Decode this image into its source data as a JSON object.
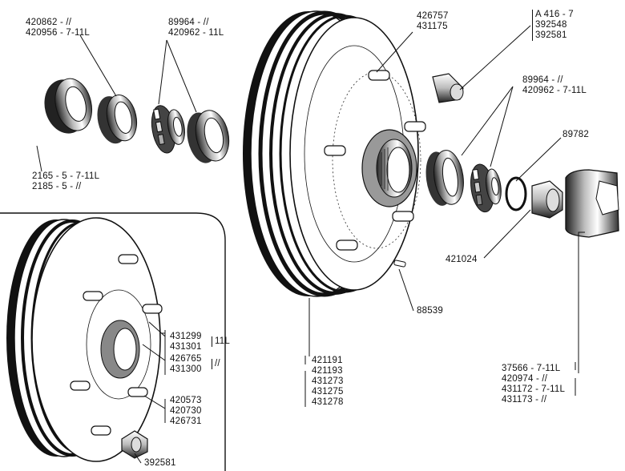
{
  "background_color": "#ffffff",
  "ink_color": "#111111",
  "callouts": {
    "seal_outer": [
      "420862 - //",
      "420956 - 7-11L"
    ],
    "bearing_inner": [
      "89964 - //",
      "420962 - 11L"
    ],
    "seal_lower": [
      "2165 - 5 - 7-11L",
      "2185 - 5 - //"
    ],
    "hub_stud": [
      "426757",
      "431175"
    ],
    "grease_cap": [
      "A 416 - 7",
      "392548",
      "392581"
    ],
    "bearing_outer": [
      "89964 - //",
      "420962 - 7-11L"
    ],
    "washer": [
      "89782"
    ],
    "nut": [
      "421024"
    ],
    "pin": [
      "88539"
    ],
    "drum": [
      "421191",
      "421193",
      "431273",
      "431275",
      "431278"
    ],
    "hub_cap": [
      "37566 - 7-11L",
      "420974 - //",
      "431172 - 7-11L",
      "431173 - //"
    ],
    "inset_hub_a": [
      "431299",
      "431301"
    ],
    "inset_hub_a_suffix": "11L",
    "inset_hub_b": [
      "426765",
      "431300"
    ],
    "inset_hub_b_suffix": "//",
    "inset_studs": [
      "420573",
      "420730",
      "426731"
    ],
    "inset_nut": [
      "392581"
    ]
  }
}
